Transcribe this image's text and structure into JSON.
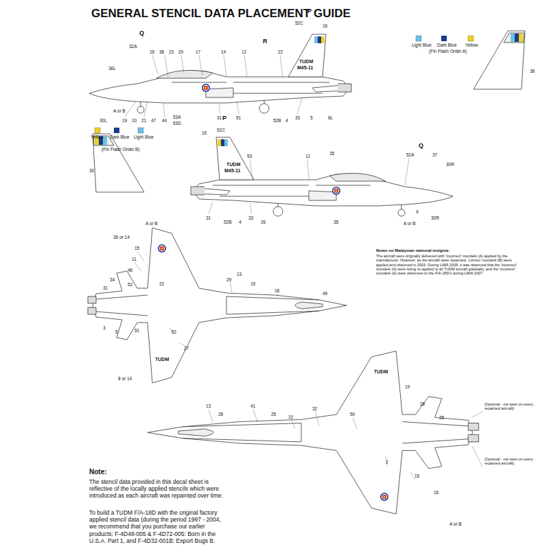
{
  "diagram": {
    "title": "GENERAL STENCIL DATA PLACEMENT GUIDE",
    "labels": [
      "36L",
      "32A",
      "Q",
      "16",
      "38",
      "23",
      "20",
      "17",
      "14",
      "12",
      "R",
      "22",
      "52C",
      "P",
      "16",
      "TUDM",
      "M45-11",
      "Light Blue",
      "Dark Blue",
      "Yellow",
      "(Fin Flash Order A)",
      "38",
      "A or B",
      "30L",
      "19",
      "10",
      "21",
      "47",
      "44",
      "53A",
      "53D",
      "31",
      "51",
      "52B",
      "4",
      "33",
      "5",
      "6L",
      "P",
      "52C",
      "16",
      "Yellow",
      "Dark Blue",
      "Light Blue",
      "(Fin Flash Order B)",
      "30",
      "TUDM",
      "M45-11",
      "53",
      "12",
      "35",
      "52A",
      "Q",
      "37",
      "30R",
      "31",
      "52B",
      "4",
      "33",
      "26",
      "35",
      "A or B",
      "9",
      "30R",
      "A or B",
      "36 or 14",
      "15",
      "11",
      "46",
      "34",
      "31",
      "52",
      "22",
      "29",
      "13",
      "15",
      "18",
      "49",
      "3",
      "5",
      "51",
      "52",
      "27",
      "TUDM",
      "8 or 14",
      "13",
      "28",
      "41",
      "25",
      "10",
      "32",
      "50",
      "TUDM",
      "19",
      "28",
      "25",
      "2",
      "15",
      "16",
      "A or B",
      "(Optional - not seen on every repainted aircraft)",
      "(Optional - not seen on every repainted aircraft)",
      "Notes on Malaysian national insignia:",
      "The aircraft were originally delivered with 'incorrect' roundels (A) applied by the manufacturer. However, as the aircraft were repainted, 'correct' roundels (B) were applied and observed in 2003. During LIMA 2005, it was observed that the 'incorrect' roundels (A) were being re-applied to all TUDM aircraft gradually, and the 'incorrect' roundels (A) were observed on the F/A-18D's during LIMA 2007.",
      "Note:",
      "The stencil data provided in this decal sheet is reflective of the locally applied stencils which were introduced as each aircraft was repainted over time.",
      "To build a TUDM F/A-18D with the original factory applied stencil data (during the period 1997 - 2004, we recommend that you purchase our earlier products: F-4D48-005 & F-4D72-005: Born in the U.S.A. Part 1, and F-4D32-001B: Export Bugs B."
    ]
  }
}
